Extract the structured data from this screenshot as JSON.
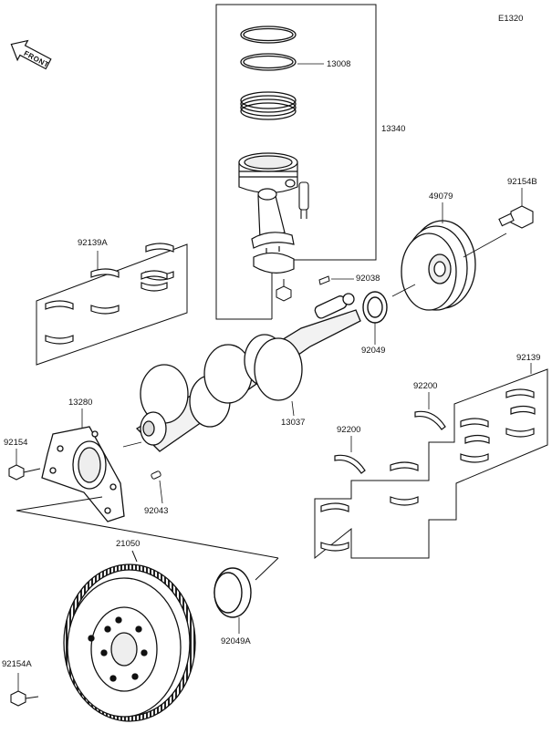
{
  "diagram": {
    "code": "E1320",
    "front_label": "FRONT",
    "parts": [
      {
        "id": "piston_rings",
        "number": "13008"
      },
      {
        "id": "piston_assembly",
        "number": "13340"
      },
      {
        "id": "damper_pulley",
        "number": "49079"
      },
      {
        "id": "pulley_bolt",
        "number": "92154B"
      },
      {
        "id": "conrod_bearing_set",
        "number": "92139A"
      },
      {
        "id": "woodruff_key",
        "number": "92038"
      },
      {
        "id": "front_oil_seal",
        "number": "92049"
      },
      {
        "id": "main_bearing_set",
        "number": "92139"
      },
      {
        "id": "thrust_washer_upper",
        "number": "92200"
      },
      {
        "id": "thrust_washer_lower",
        "number": "92200"
      },
      {
        "id": "crankshaft",
        "number": "13037"
      },
      {
        "id": "seal_housing",
        "number": "13280"
      },
      {
        "id": "housing_bolt",
        "number": "92154"
      },
      {
        "id": "dowel_pin",
        "number": "92043"
      },
      {
        "id": "flywheel",
        "number": "21050"
      },
      {
        "id": "rear_oil_seal",
        "number": "92049A"
      },
      {
        "id": "flywheel_bolt",
        "number": "92154A"
      }
    ]
  }
}
